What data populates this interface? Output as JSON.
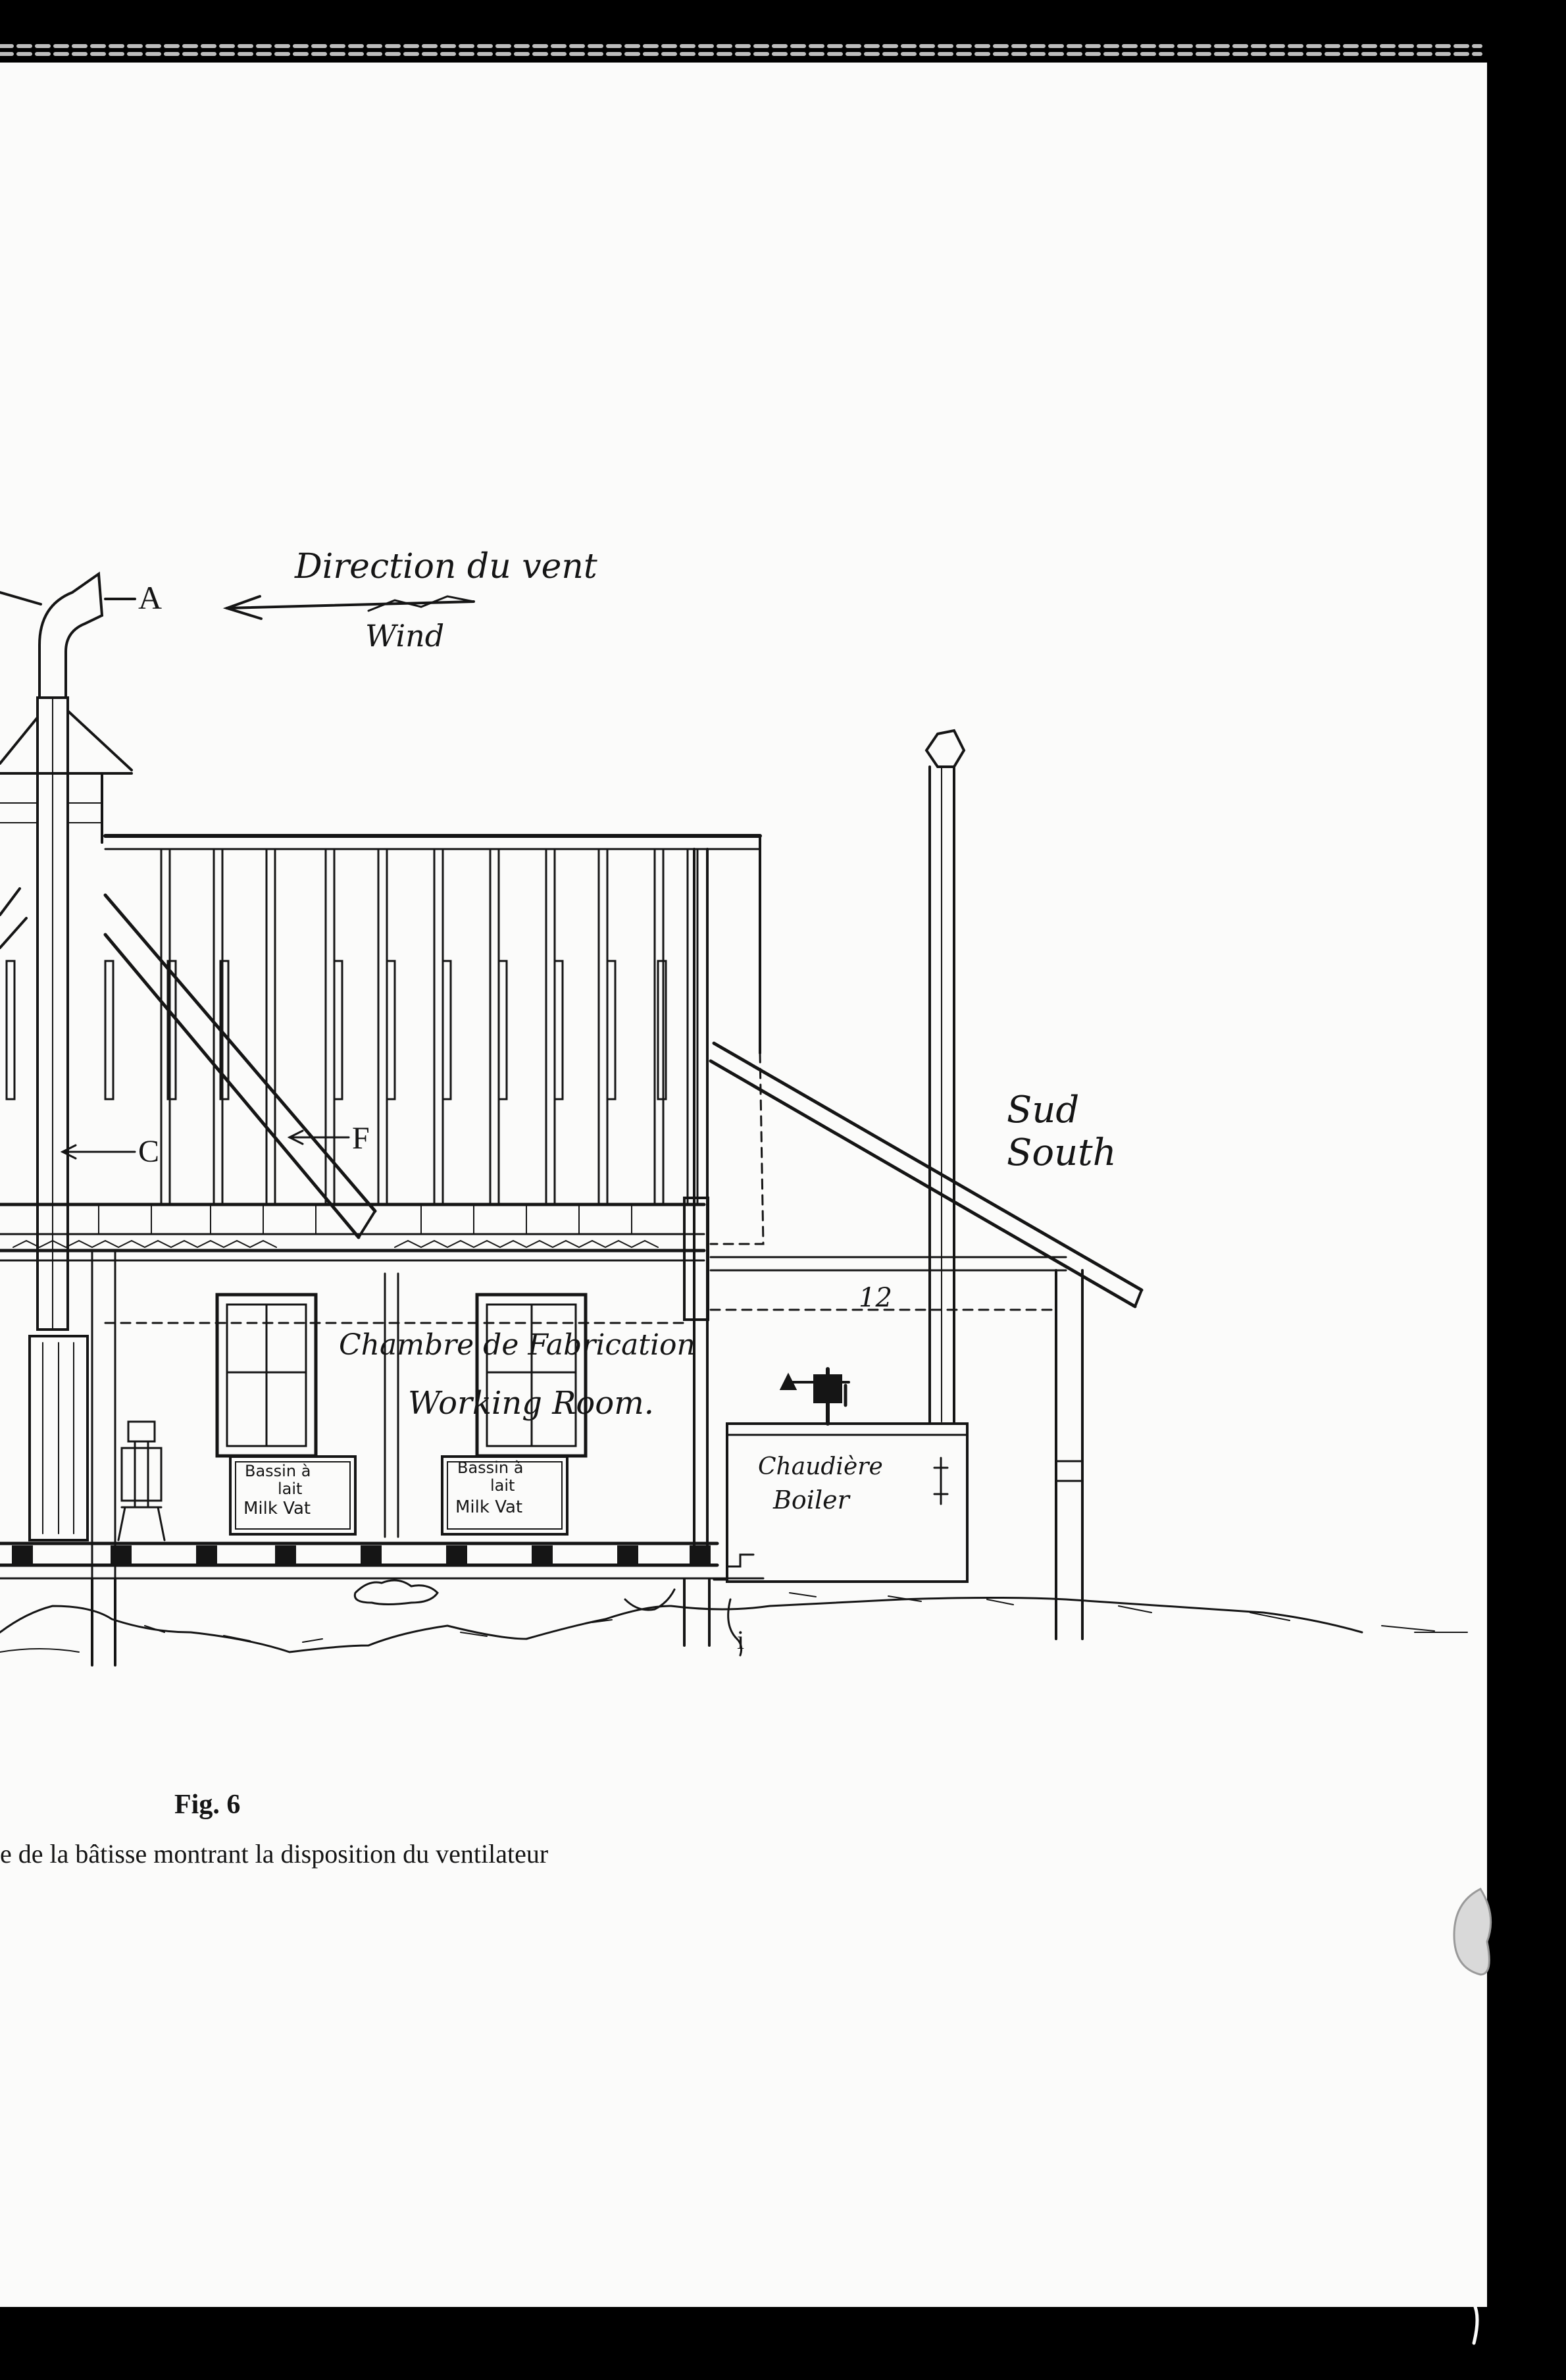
{
  "figure": {
    "number": "Fig. 6",
    "caption": "e de la bâtisse montrant la disposition du ventilateur"
  },
  "labels": {
    "wind_direction_fr": "Direction du vent",
    "wind_en": "Wind",
    "marker_a": "A",
    "marker_c": "C",
    "marker_f": "F",
    "marker_i": "i",
    "dimension_12": "12",
    "south_fr": "Sud",
    "south_en": "South",
    "room_fr": "Chambre de Fabrication",
    "room_en": "Working Room.",
    "vat1_line1": "Bassin à",
    "vat1_line2": "lait",
    "vat1_line3": "Milk Vat",
    "vat2_line1": "Bassin à",
    "vat2_line2": "lait",
    "vat2_line3": "Milk Vat",
    "boiler_fr": "Chaudière",
    "boiler_en": "Boiler"
  },
  "colors": {
    "ink": "#151515",
    "paper": "#fbfbfa",
    "border": "#000000"
  }
}
